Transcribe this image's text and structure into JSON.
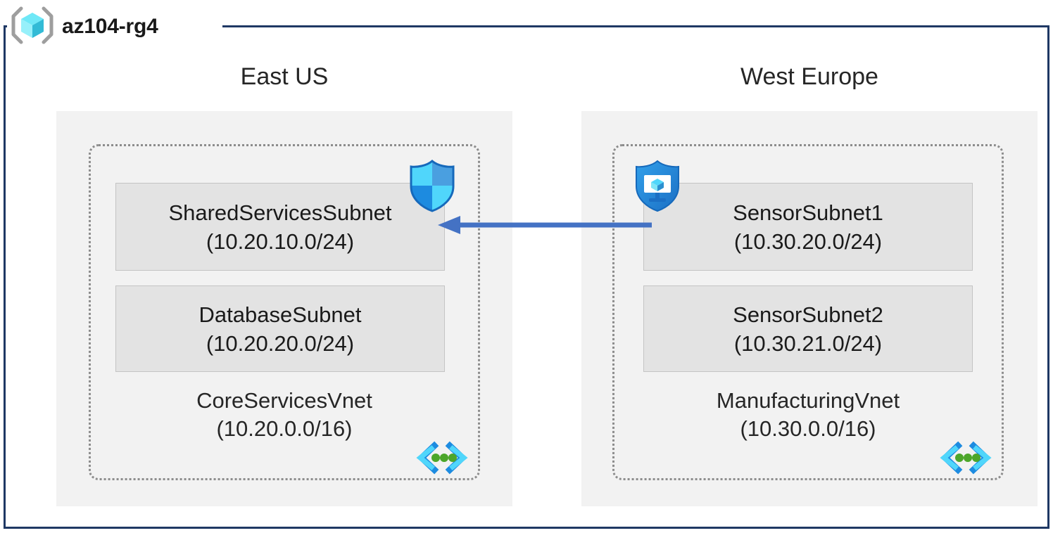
{
  "diagram": {
    "title": "az104-rg4",
    "resource_group_icon": "resource-group-cube-icon",
    "frame_color": "#1F3864"
  },
  "regions": [
    {
      "id": "east-us",
      "label": "East US",
      "background": "#f2f2f2",
      "vnet": {
        "name": "CoreServicesVnet",
        "cidr": "(10.20.0.0/16)",
        "icon": "virtual-network-icon",
        "border_color": "#8c8c8c",
        "subnets": [
          {
            "name": "SharedServicesSubnet",
            "cidr": "(10.20.10.0/24)",
            "badge": "network-security-group-shield-icon"
          },
          {
            "name": "DatabaseSubnet",
            "cidr": "(10.20.20.0/24)",
            "badge": null
          }
        ]
      }
    },
    {
      "id": "west-europe",
      "label": "West Europe",
      "background": "#f2f2f2",
      "vnet": {
        "name": "ManufacturingVnet",
        "cidr": "(10.30.0.0/16)",
        "icon": "virtual-network-icon",
        "border_color": "#8c8c8c",
        "subnets": [
          {
            "name": "SensorSubnet1",
            "cidr": "(10.30.20.0/24)",
            "badge": "azure-bastion-shield-icon"
          },
          {
            "name": "SensorSubnet2",
            "cidr": "(10.30.21.0/24)",
            "badge": null
          }
        ]
      }
    }
  ],
  "connection": {
    "name": "vnet-peering-arrow",
    "direction": "right-to-left",
    "color": "#4472C4",
    "from": "SensorSubnet1",
    "to": "SharedServicesSubnet"
  }
}
